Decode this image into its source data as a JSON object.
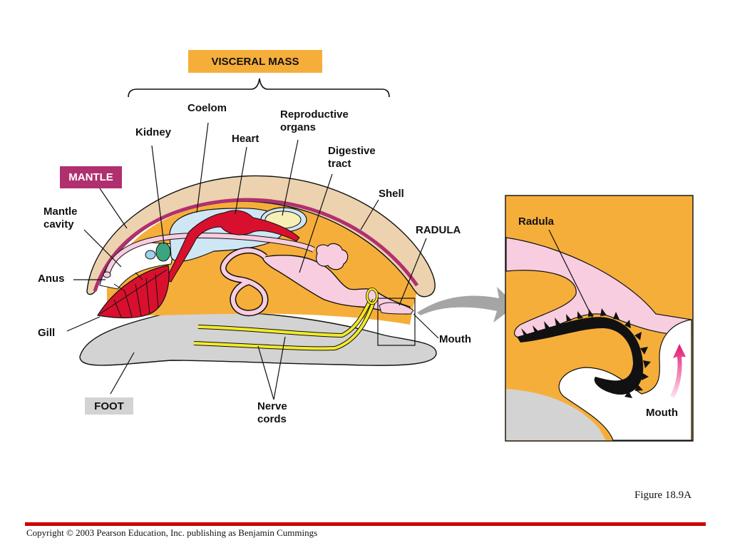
{
  "diagram": {
    "title_boxes": {
      "visceral_mass": "VISCERAL MASS",
      "mantle": "MANTLE",
      "foot": "FOOT"
    },
    "labels": {
      "coelom": "Coelom",
      "kidney": "Kidney",
      "heart": "Heart",
      "reproductive_organs": "Reproductive\norgans",
      "digestive_tract": "Digestive\ntract",
      "shell": "Shell",
      "radula_main": "RADULA",
      "mantle_cavity": "Mantle\ncavity",
      "anus": "Anus",
      "gill": "Gill",
      "mouth_main": "Mouth",
      "nerve_cords": "Nerve\ncords"
    },
    "inset": {
      "radula": "Radula",
      "mouth": "Mouth"
    },
    "colors": {
      "visceral_orange": "#f6ae3a",
      "mantle_magenta": "#b0306f",
      "shell_tan": "#ecd2ae",
      "foot_gray": "#d3d3d3",
      "heart_red": "#d8102e",
      "coelom_blue": "#cfe6f5",
      "digestive_pink": "#f8cde0",
      "nerve_yellow": "#f3ea2a",
      "kidney_green": "#3aa57e",
      "reproductive_cream": "#f7efb5",
      "arrow_gray": "#a5a5a5",
      "inset_arrow_pink": "#e0146e",
      "footer_rule_red": "#cc0000"
    }
  },
  "footer": {
    "figure_label": "Figure 18.9A",
    "copyright": "Copyright © 2003 Pearson Education, Inc. publishing as Benjamin Cummings"
  }
}
